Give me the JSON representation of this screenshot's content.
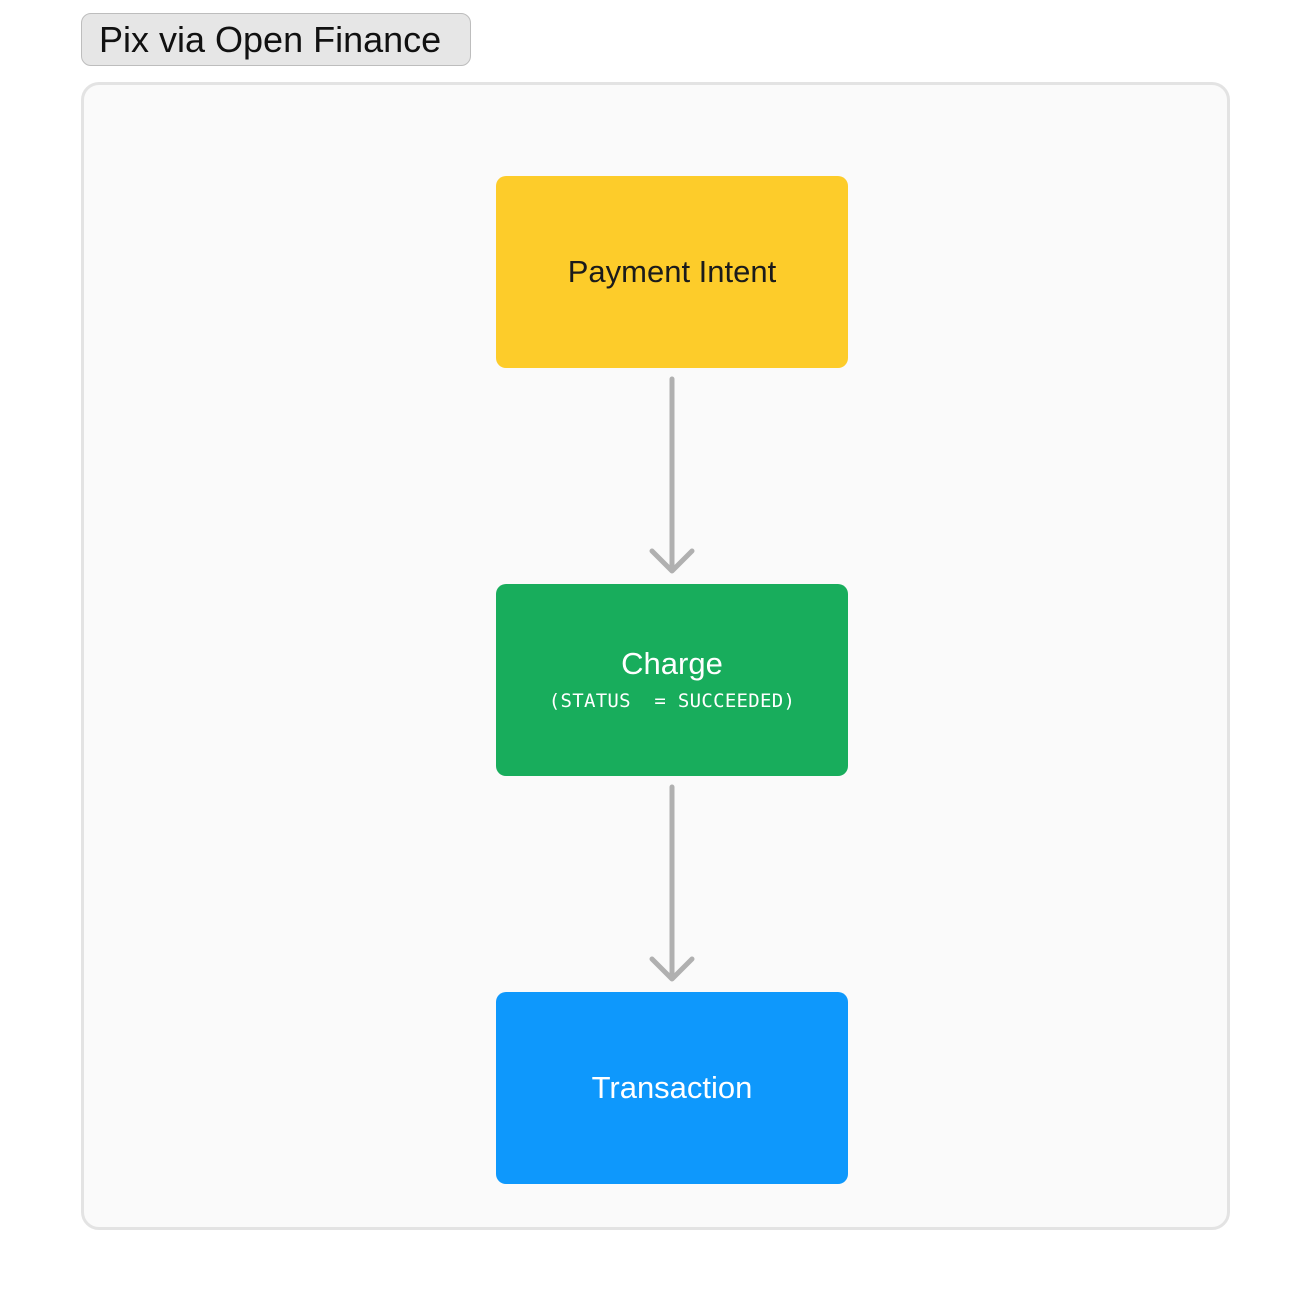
{
  "diagram": {
    "title": "Pix via Open Finance",
    "nodes": [
      {
        "id": "payment-intent",
        "label": "Payment Intent",
        "sublabel": "",
        "color": "#fdcc2a"
      },
      {
        "id": "charge",
        "label": "Charge",
        "sublabel": "(STATUS  = SUCCEEDED)",
        "color": "#18ad5c"
      },
      {
        "id": "transaction",
        "label": "Transaction",
        "sublabel": "",
        "color": "#0e98fc"
      }
    ],
    "edges": [
      {
        "from": "payment-intent",
        "to": "charge"
      },
      {
        "from": "charge",
        "to": "transaction"
      }
    ],
    "arrow_color": "#b0b0b0",
    "frame_background": "#fafafa"
  }
}
